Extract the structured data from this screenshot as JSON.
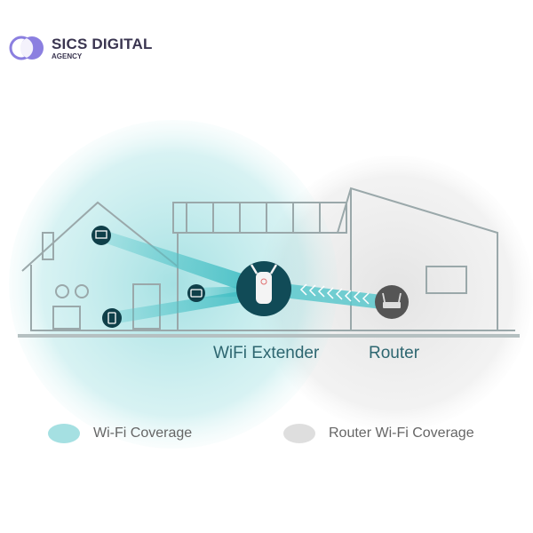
{
  "logo": {
    "title": "SICS DIGITAL",
    "subtitle": "AGENCY"
  },
  "diagram": {
    "extender_label": "WiFi Extender",
    "router_label": "Router"
  },
  "legend": {
    "items": [
      {
        "label": "Wi-Fi Coverage",
        "color": "#7fd3d6"
      },
      {
        "label": "Router Wi-Fi Coverage",
        "color": "#d6d6d6"
      }
    ]
  },
  "colors": {
    "teal": "#5cc8cc",
    "dark_node": "#114b57",
    "router_node": "#555555"
  }
}
